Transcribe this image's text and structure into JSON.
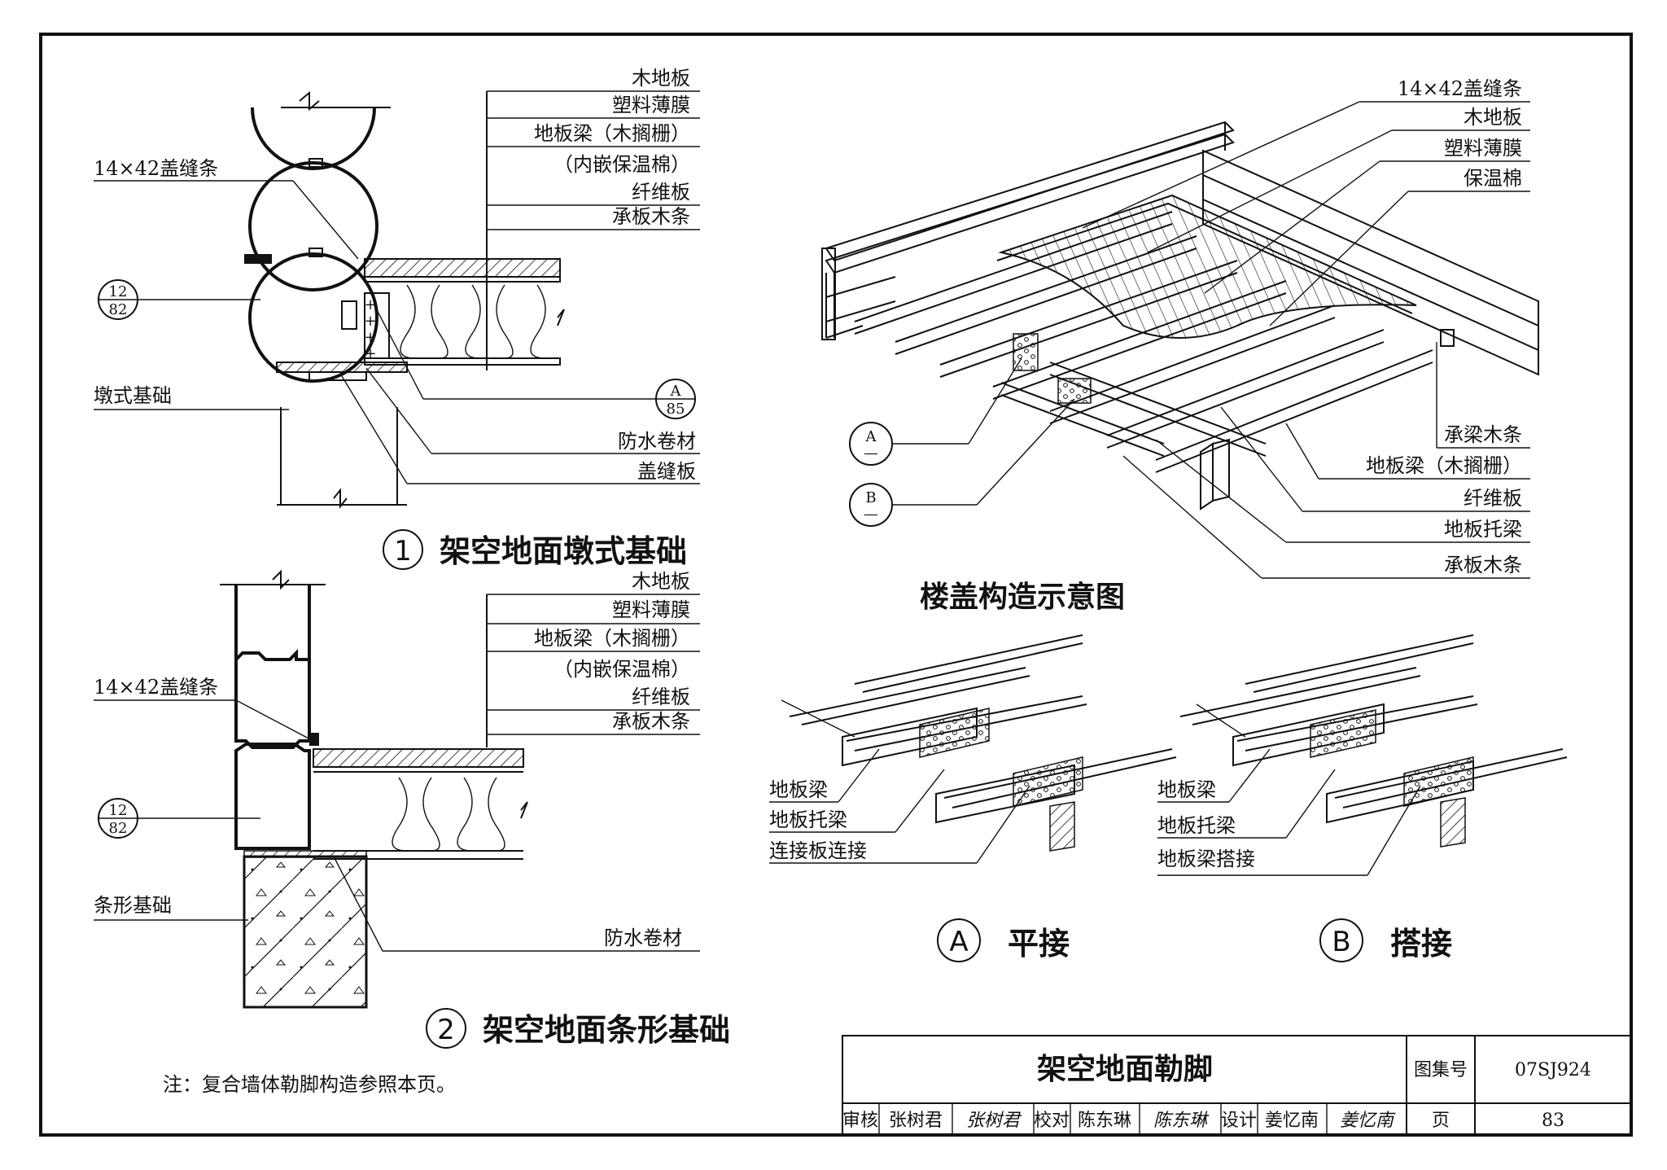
{
  "detail1": {
    "number": "1",
    "title": "架空地面墩式基础",
    "labels": [
      "木地板",
      "塑料薄膜",
      "地板梁（木搁栅）",
      "（内嵌保温棉）",
      "纤维板",
      "承板木条"
    ],
    "cover_strip": "14×42盖缝条",
    "ref_top": "12",
    "ref_bottom": "82",
    "pier_foundation": "墩式基础",
    "ref_a_top": "A",
    "ref_a_bottom": "85",
    "waterproof": "防水卷材",
    "cover_board": "盖缝板"
  },
  "detail2": {
    "number": "2",
    "title": "架空地面条形基础",
    "labels": [
      "木地板",
      "塑料薄膜",
      "地板梁（木搁栅）",
      "（内嵌保温棉）",
      "纤维板",
      "承板木条"
    ],
    "cover_strip": "14×42盖缝条",
    "ref_top": "12",
    "ref_bottom": "82",
    "strip_foundation": "条形基础",
    "waterproof": "防水卷材"
  },
  "isometric": {
    "title": "楼盖构造示意图",
    "labels_top": [
      "14×42盖缝条",
      "木地板",
      "塑料薄膜",
      "保温棉"
    ],
    "labels_bottom": [
      "承梁木条",
      "地板梁（木搁栅）",
      "纤维板",
      "地板托梁",
      "承板木条"
    ],
    "ref_a": "A",
    "ref_b": "B",
    "ref_dash": "—"
  },
  "detailA": {
    "letter": "A",
    "title": "平接",
    "labels": [
      "地板梁",
      "地板托梁",
      "连接板连接"
    ]
  },
  "detailB": {
    "letter": "B",
    "title": "搭接",
    "labels": [
      "地板梁",
      "地板托梁",
      "地板梁搭接"
    ]
  },
  "note": "注：复合墙体勒脚构造参照本页。",
  "title_block": {
    "drawing_title": "架空地面勒脚",
    "atlas_label": "图集号",
    "atlas_no": "07SJ924",
    "review_label": "审核",
    "reviewer": "张树君",
    "reviewer_sig": "张树君",
    "check_label": "校对",
    "checker": "陈东琳",
    "checker_sig": "陈东琳",
    "design_label": "设计",
    "designer": "姜忆南",
    "designer_sig": "姜忆南",
    "page_label": "页",
    "page_no": "83"
  }
}
